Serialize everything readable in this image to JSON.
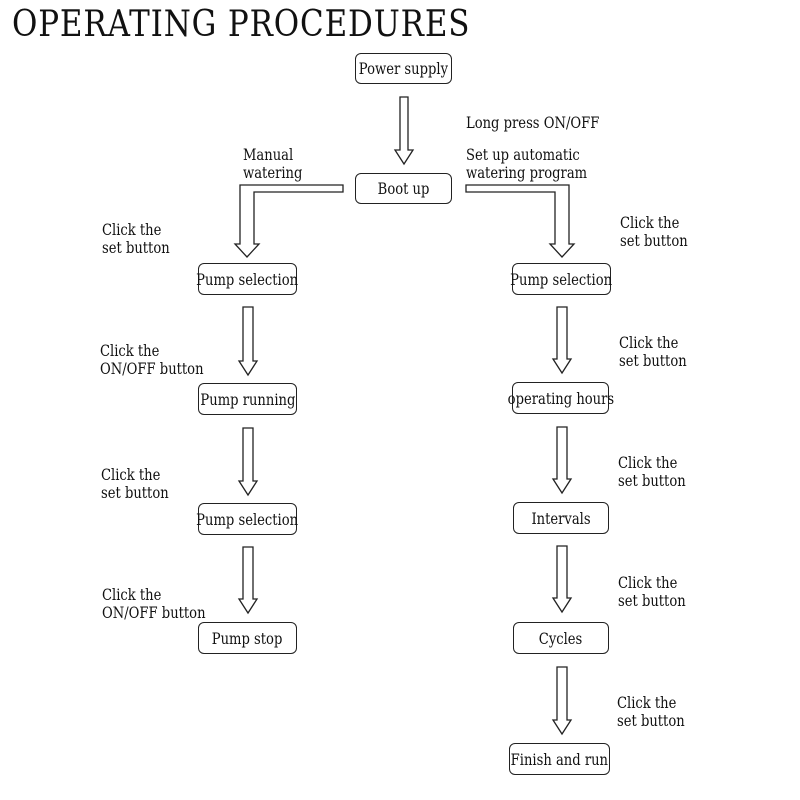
{
  "title": "OPERATING PROCEDURES",
  "nodes": {
    "power_supply": "Power supply",
    "boot_up": "Boot up",
    "left": [
      "Pump selection",
      "Pump running",
      "Pump selection",
      "Pump stop"
    ],
    "right": [
      "Pump selection",
      "operating hours",
      "Intervals",
      "Cycles",
      "Finish and run"
    ]
  },
  "labels": {
    "long_press": "Long press ON/OFF",
    "manual_1": "Manual",
    "manual_2": "watering",
    "auto_1": "Set up automatic",
    "auto_2": "watering program",
    "left": [
      [
        "Click the",
        "set button"
      ],
      [
        "Click the",
        "ON/OFF button"
      ],
      [
        "Click the",
        "set button"
      ],
      [
        "Click the",
        "ON/OFF button"
      ]
    ],
    "right": [
      [
        "Click the",
        "set button"
      ],
      [
        "Click the",
        "set button"
      ],
      [
        "Click the",
        "set button"
      ],
      [
        "Click the",
        "set button"
      ],
      [
        "Click the",
        "set button"
      ]
    ]
  }
}
